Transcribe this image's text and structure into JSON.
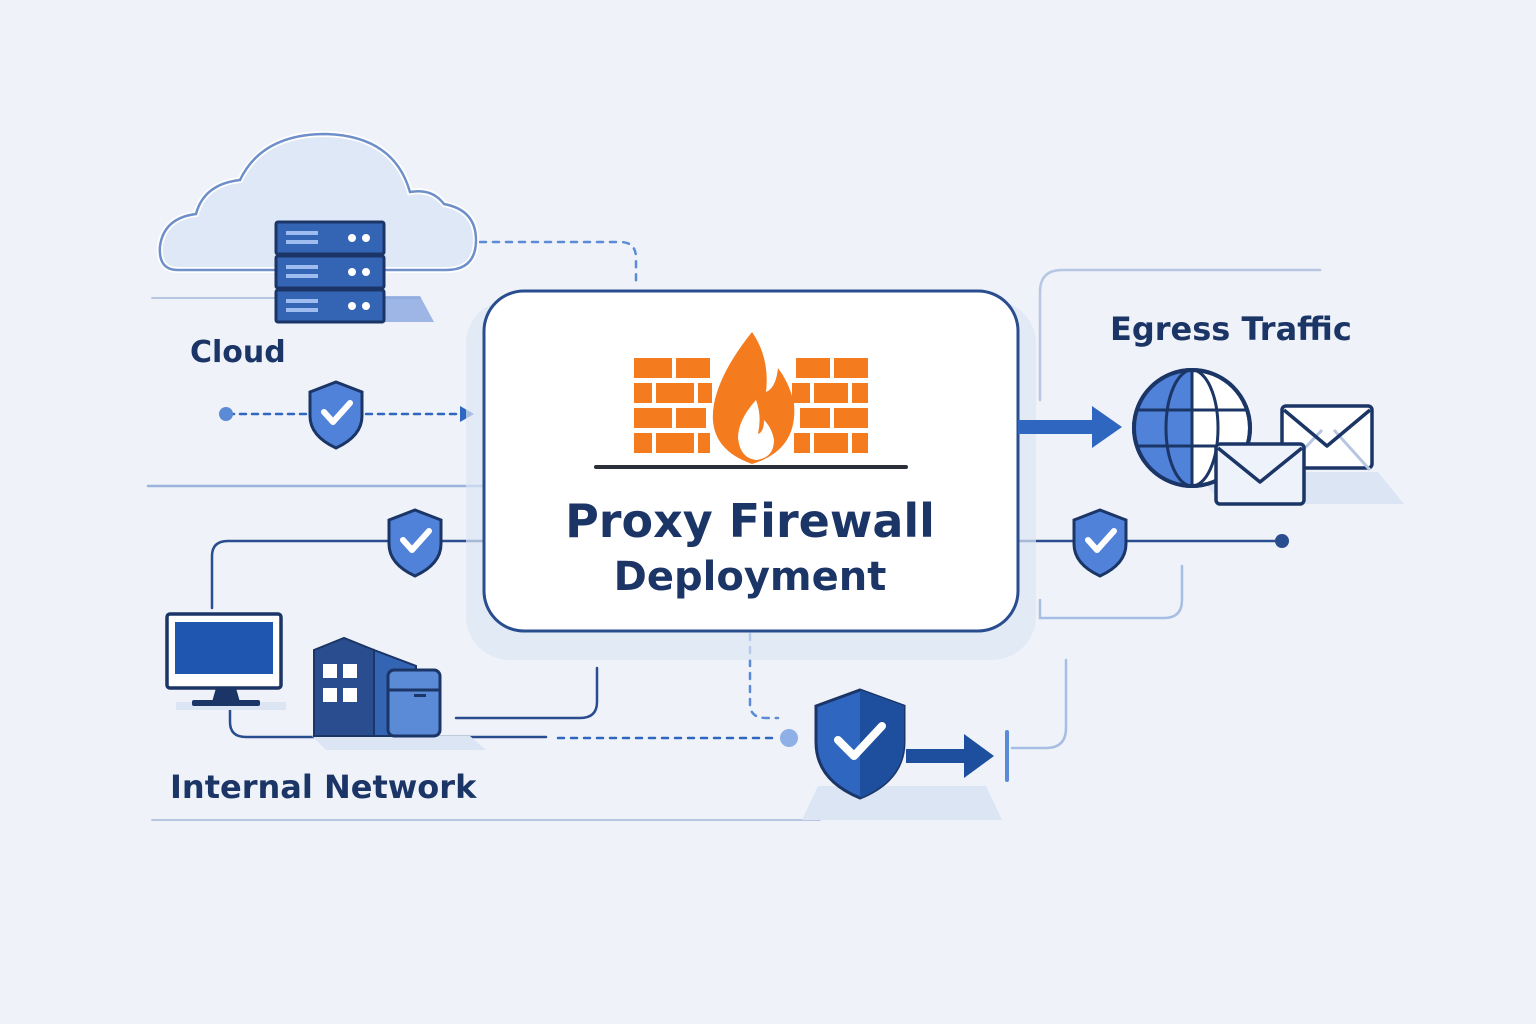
{
  "center": {
    "title_line1": "Proxy Firewall",
    "title_line2": "Deployment"
  },
  "zones": {
    "cloud_label": "Cloud",
    "internal_label": "Internal Network",
    "egress_label": "Egress Traffic"
  },
  "icons": {
    "firewall": "brick-wall-flame-icon",
    "shield": "shield-check-icon",
    "server": "server-rack-icon",
    "cloud": "cloud-icon",
    "monitor": "desktop-monitor-icon",
    "building": "office-building-icon",
    "globe": "globe-icon",
    "mail": "envelope-icon",
    "arrow": "arrow-right-icon"
  },
  "colors": {
    "background": "#eff3f9",
    "navy": "#1b3566",
    "accent_blue": "#2f66c0",
    "light_blue": "#5b8ad6",
    "firewall_orange": "#f47c1e",
    "line_blue": "#8aa6d6"
  }
}
